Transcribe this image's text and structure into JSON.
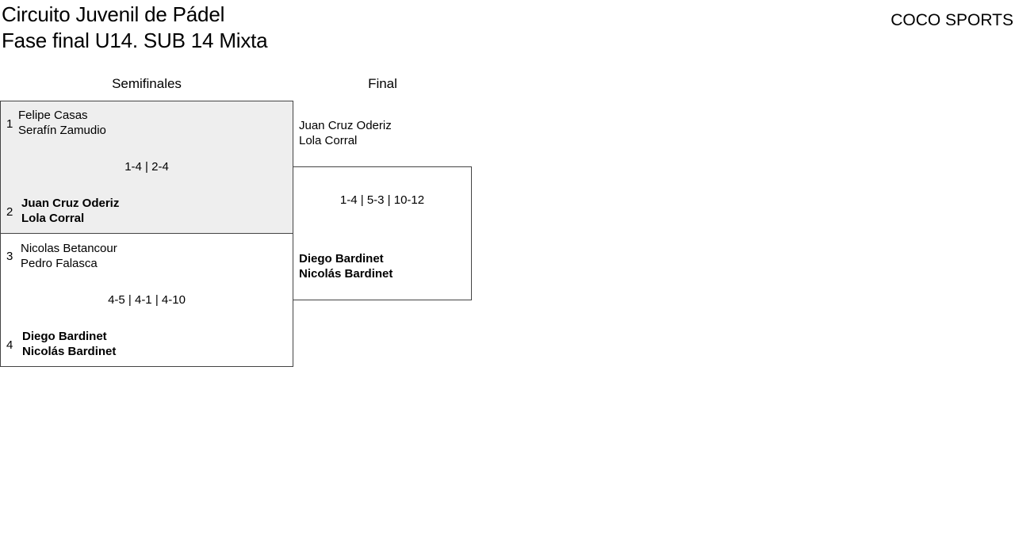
{
  "header": {
    "title_line1": "Circuito Juvenil de Pádel",
    "title_line2": "Fase final U14. SUB 14 Mixta",
    "brand": "COCO SPORTS"
  },
  "rounds": {
    "semis_label": "Semifinales",
    "final_label": "Final"
  },
  "semis": [
    {
      "seed_top": "1",
      "top_player1": "Felipe Casas",
      "top_player2": "Serafín Zamudio",
      "score": "1-4 | 2-4",
      "seed_bottom": "2",
      "bottom_player1": "Juan Cruz Oderiz",
      "bottom_player2": "Lola Corral",
      "winner": "bottom"
    },
    {
      "seed_top": "3",
      "top_player1": "Nicolas Betancour",
      "top_player2": "Pedro Falasca",
      "score": "4-5 | 4-1 | 4-10",
      "seed_bottom": "4",
      "bottom_player1": "Diego Bardinet",
      "bottom_player2": "Nicolás Bardinet",
      "winner": "bottom"
    }
  ],
  "final": {
    "top_player1": "Juan Cruz Oderiz",
    "top_player2": "Lola Corral",
    "score": "1-4 | 5-3 | 10-12",
    "bottom_player1": "Diego Bardinet",
    "bottom_player2": "Nicolás Bardinet",
    "winner": "bottom"
  },
  "colors": {
    "highlight_bg": "#eeeeee",
    "border": "#444444"
  }
}
